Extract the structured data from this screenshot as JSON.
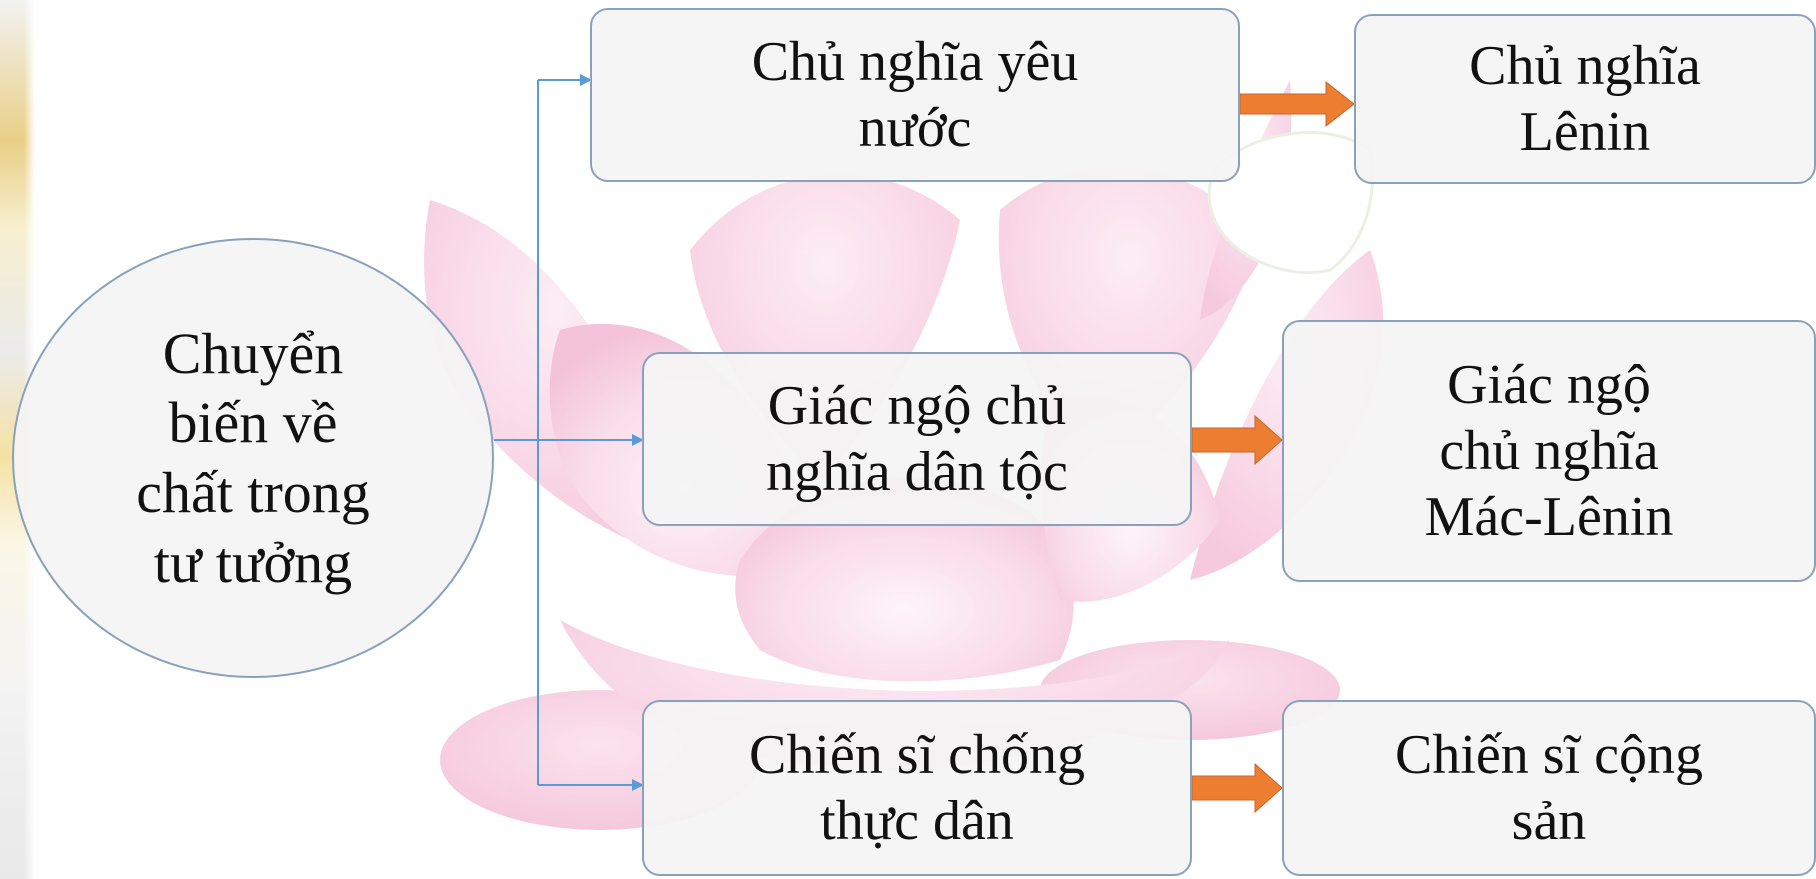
{
  "diagram": {
    "origin": {
      "label": "Chuyển\nbiến về\nchất trong\ntư tưởng"
    },
    "stages": [
      {
        "from": {
          "label": "Chủ nghĩa yêu\nnước"
        },
        "to": {
          "label": "Chủ nghĩa\nLênin"
        }
      },
      {
        "from": {
          "label": "Giác ngộ chủ\nnghĩa dân tộc"
        },
        "to": {
          "label": "Giác ngộ\nchủ nghĩa\nMác-Lênin"
        }
      },
      {
        "from": {
          "label": "Chiến sĩ chống\nthực dân"
        },
        "to": {
          "label": "Chiến sĩ cộng\nsản"
        }
      }
    ]
  },
  "colors": {
    "node_fill": "#f4f4f4",
    "node_border": "#8aa1bc",
    "connector_line": "#5b9bd5",
    "transition_arrow": "#ed7d31",
    "lotus_pink": "#f4b8d2"
  }
}
